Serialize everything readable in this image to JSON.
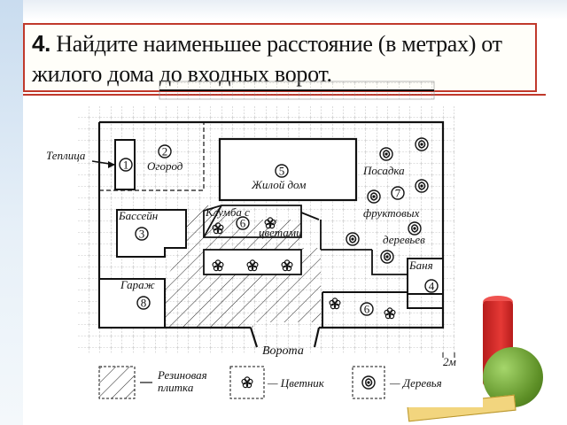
{
  "title": {
    "number": "4.",
    "text": "Найдите наименьшее расстояние (в метрах) от жилого дома до входных ворот."
  },
  "plan": {
    "labels": {
      "greenhouse": "Теплица",
      "garden": "Огород",
      "house": "Жилой дом",
      "planting": "Посадка",
      "fruit_trees": "фруктовых",
      "trees_word": "деревьев",
      "pool": "Бассейн",
      "flowerbed_1": "Клумба с",
      "flowerbed_2": "цветами",
      "garage": "Гараж",
      "bath": "Баня",
      "gate": "Ворота",
      "scale": "2м"
    },
    "numbers": [
      "1",
      "2",
      "3",
      "4",
      "5",
      "6",
      "6",
      "7",
      "8"
    ]
  },
  "legend": {
    "tiles_1": "Резиновая",
    "tiles_2": "плитка",
    "flowerbed": "— Цветник",
    "trees": "— Деревья"
  }
}
